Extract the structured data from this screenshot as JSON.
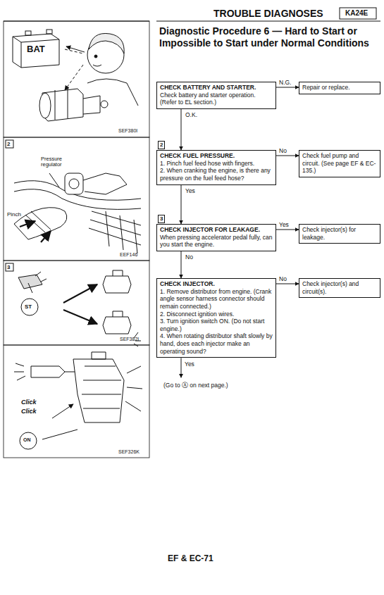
{
  "diagram": {
    "title": "Diagnostic Procedure 6 — Hard to Start or Impossible to Start under Normal Conditions",
    "nodes": [
      {
        "text": [
          "CHECK BATTERY AND STARTER.",
          "Check battery and starter operation. (Refer to EL section.)"
        ]
      },
      {
        "text": [
          "Repair or replace."
        ]
      },
      {
        "text": [
          "CHECK FUEL PRESSURE.",
          "1. Pinch fuel feed hose with fingers.",
          "2. When cranking the engine, is there any pressure on the fuel feed hose?"
        ]
      },
      {
        "text": [
          "Check fuel pump and circuit. (See page EF & EC-135.)"
        ]
      },
      {
        "text": [
          "CHECK INJECTOR FOR LEAKAGE.",
          "When pressing accelerator pedal fully, can you start the engine."
        ]
      },
      {
        "text": [
          "Check injector(s) for leakage."
        ]
      },
      {
        "text": [
          "CHECK INJECTOR.",
          "1. Remove distributor from engine. (Crank angle sensor harness connector should remain connected.)",
          "2. Disconnect ignition wires.",
          "3. Turn ignition switch ON. (Do not start engine.)",
          "4. When rotating distributor shaft slowly by hand, does each injector make an operating sound?"
        ]
      },
      {
        "text": [
          "Check injector(s) and circuit(s)."
        ]
      }
    ],
    "edges": [
      {
        "from": 0,
        "to": 1,
        "arrow": "to",
        "label": "N.G."
      },
      {
        "from": 0,
        "to": 2,
        "arrow": "to",
        "label": "O.K."
      },
      {
        "from": 2,
        "to": 3,
        "arrow": "to",
        "label": "No"
      },
      {
        "from": 2,
        "to": 4,
        "arrow": "to",
        "label": "Yes"
      },
      {
        "from": 4,
        "to": 5,
        "arrow": "to",
        "label": "Yes"
      },
      {
        "from": 4,
        "to": 6,
        "arrow": "to",
        "label": "No"
      },
      {
        "from": 6,
        "to": 7,
        "arrow": "to",
        "label": "No"
      }
    ],
    "labels": [
      "TROUBLE DIAGNOSES",
      "KA24E",
      "BAT",
      "SEF380I",
      "2",
      "Pressure regulator",
      "Pinch",
      "EEF146",
      "3",
      "ST",
      "SEF382I",
      "Click",
      "Click",
      "ON",
      "SEF326K",
      "2",
      "3",
      "Yes",
      "(Go to Ⓐ on next page.)",
      "EF & EC-71"
    ]
  }
}
